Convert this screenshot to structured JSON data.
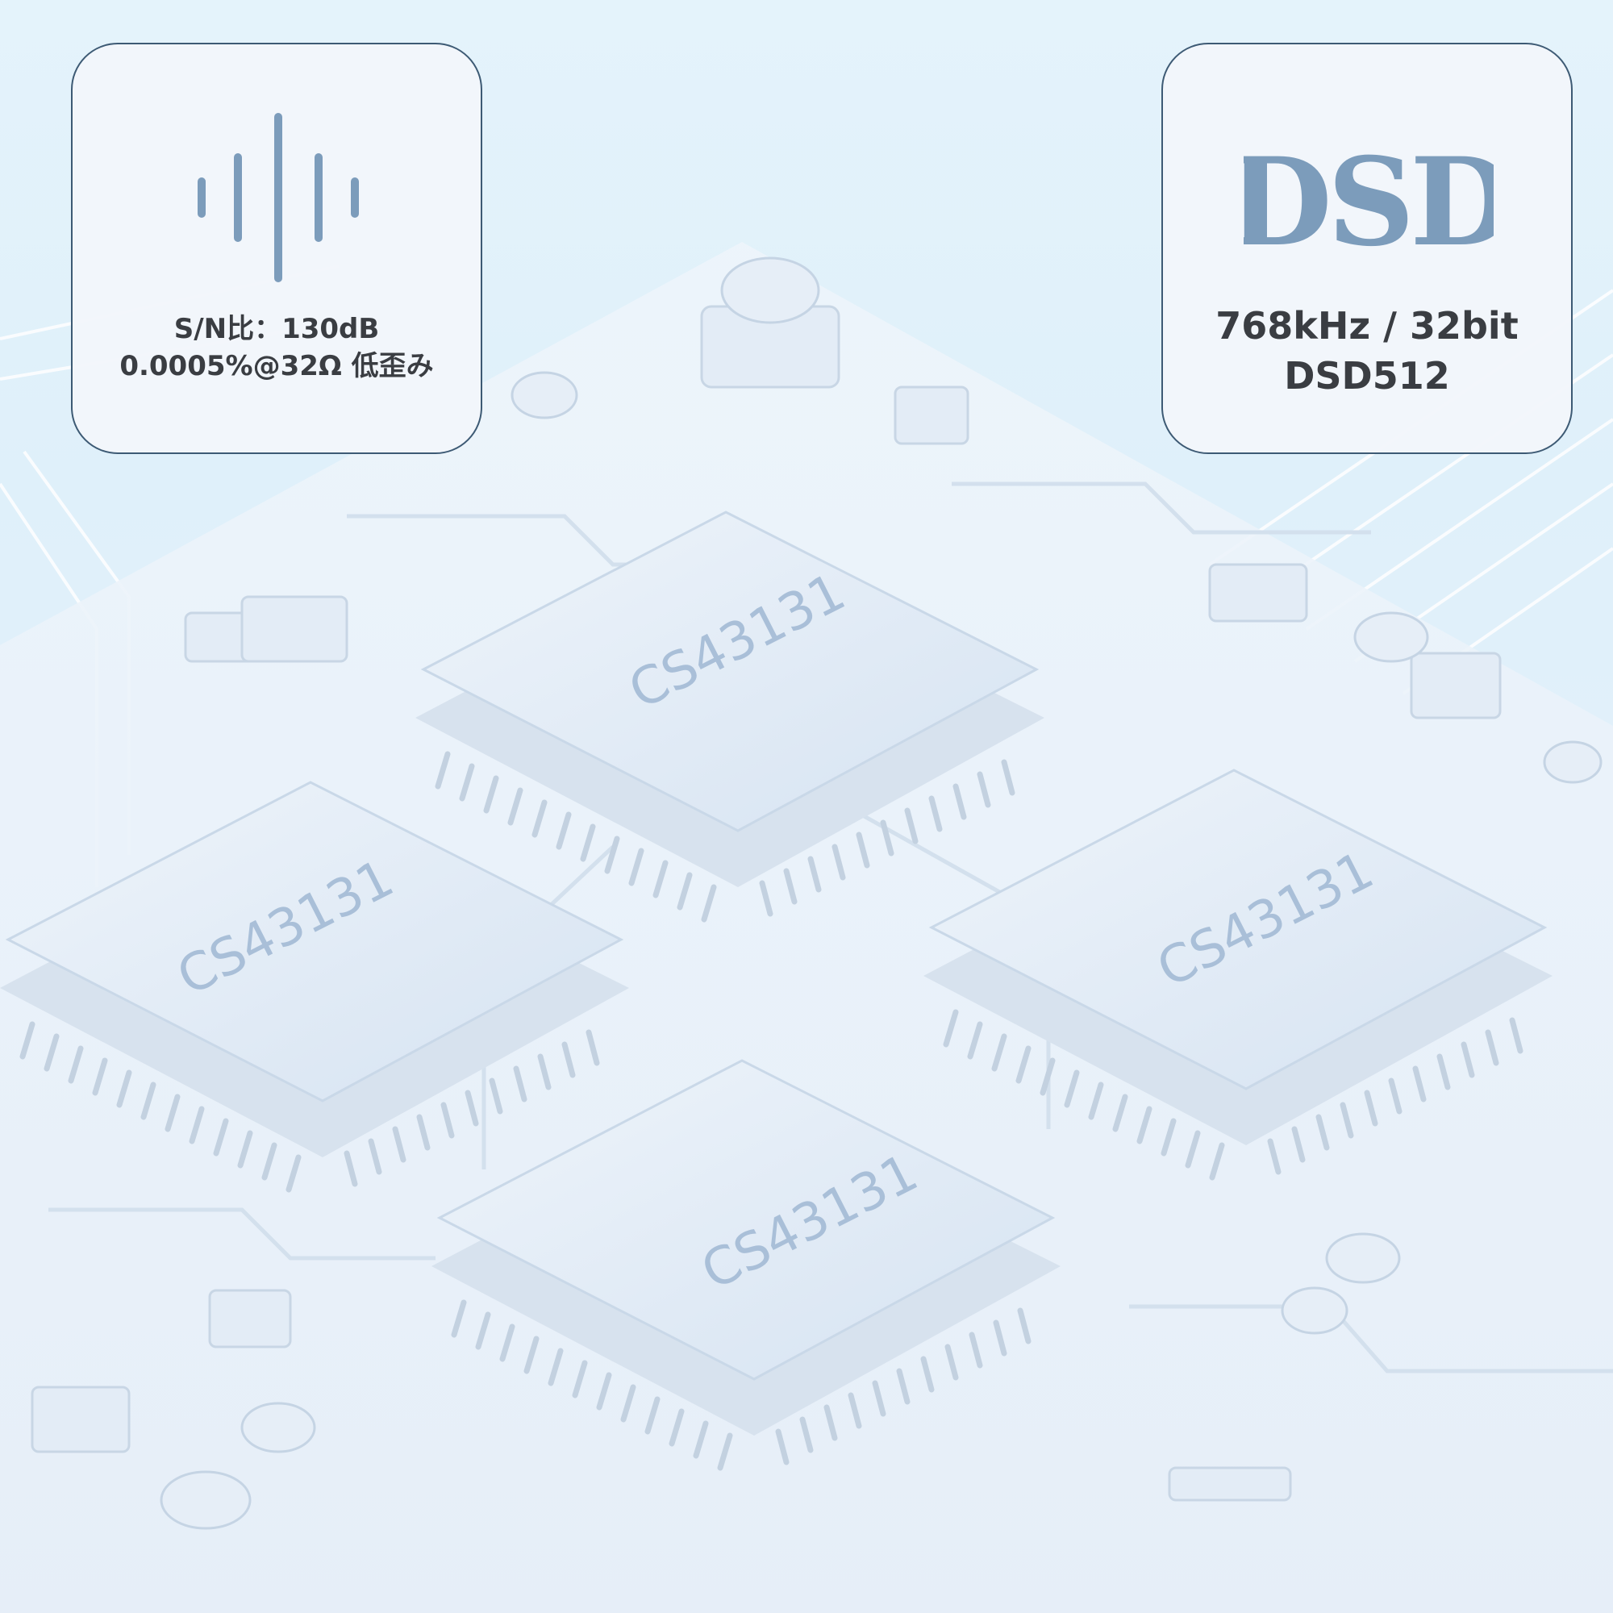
{
  "features": {
    "snr": {
      "icon": "sound-wave-icon",
      "line1": "S/N比：130dB",
      "line2": "0.0005%@32Ω 低歪み"
    },
    "dsd": {
      "logo": "DSD",
      "line1": "768kHz / 32bit",
      "line2": "DSD512"
    }
  },
  "chips": [
    {
      "label": "CS43131"
    },
    {
      "label": "CS43131"
    },
    {
      "label": "CS43131"
    },
    {
      "label": "CS43131"
    }
  ],
  "colors": {
    "icon": "#7c9cbb",
    "card_border": "#3d5a74",
    "text": "#3a3d42",
    "chip_label": "#a9bfd8"
  }
}
